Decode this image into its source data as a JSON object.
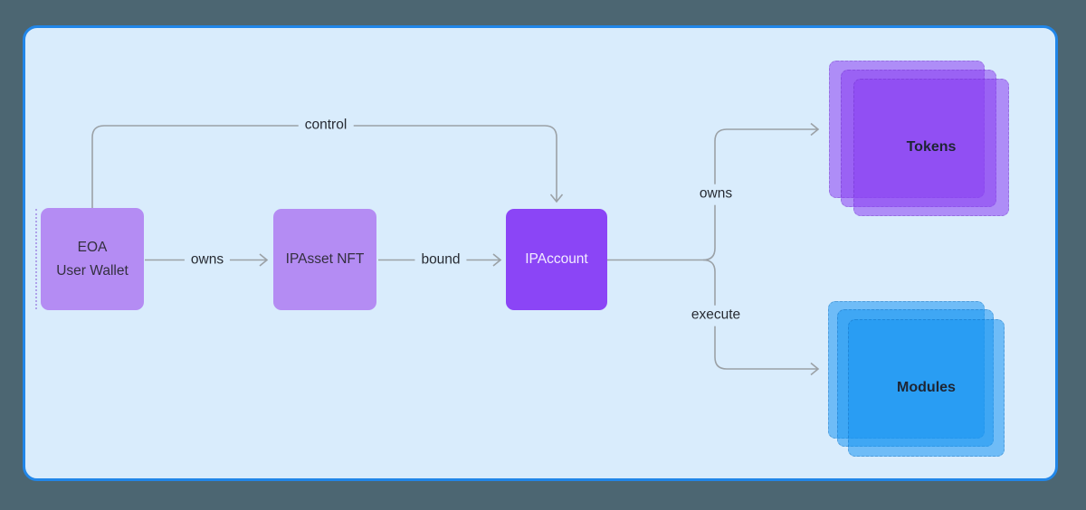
{
  "panel": {
    "outer_background": "#4c6672",
    "background": "#d9ecfc",
    "border_color": "#2186e8"
  },
  "nodes": {
    "eoa": {
      "line1": "EOA",
      "line2": "User Wallet",
      "color": "#b48cf3"
    },
    "ipasset_nft": {
      "label": "IPAsset NFT",
      "color": "#b48cf3"
    },
    "ipaccount": {
      "label": "IPAccount",
      "color": "#8b45f6"
    },
    "tokens": {
      "label": "Tokens",
      "layer_color": "rgba(138,63,242,0.55)",
      "layer_count": 3
    },
    "modules": {
      "label": "Modules",
      "layer_color": "rgba(24,150,243,0.55)",
      "layer_count": 3
    }
  },
  "edges": {
    "control": {
      "label": "control",
      "from": "eoa",
      "to": "ipaccount"
    },
    "wallet_owns": {
      "label": "owns",
      "from": "eoa",
      "to": "ipasset_nft"
    },
    "bound": {
      "label": "bound",
      "from": "ipasset_nft",
      "to": "ipaccount"
    },
    "account_owns": {
      "label": "owns",
      "from": "ipaccount",
      "to": "tokens"
    },
    "account_execute": {
      "label": "execute",
      "from": "ipaccount",
      "to": "modules"
    }
  },
  "connector_color": "#9ba1a6"
}
